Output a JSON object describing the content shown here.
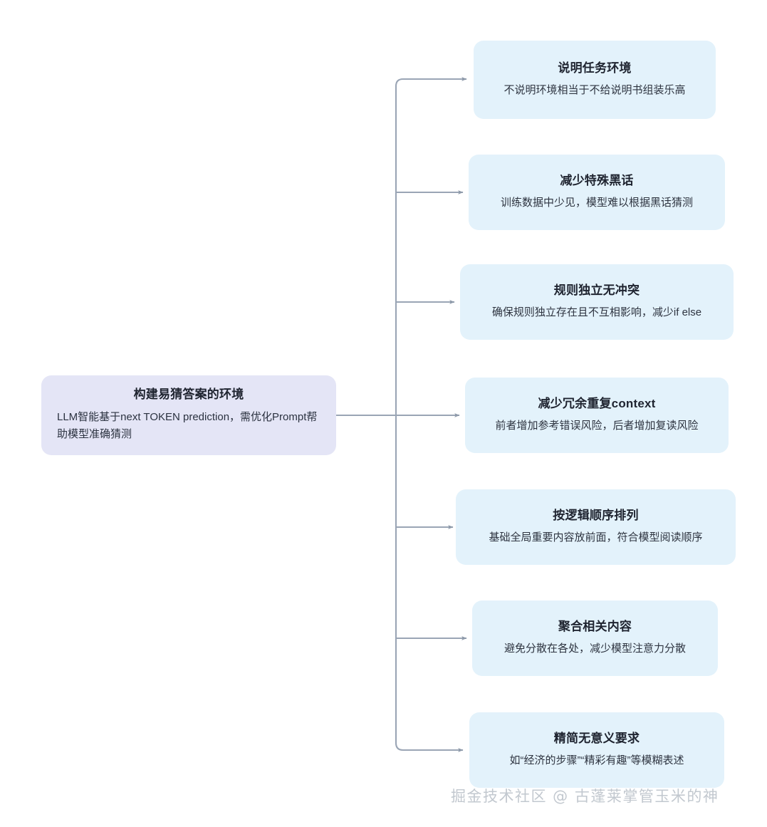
{
  "diagram": {
    "type": "mindmap",
    "orientation": "left-to-right",
    "colors": {
      "root_fill": "#e4e5f6",
      "child_fill": "#e3f2fb",
      "connector": "#9aa5b5",
      "title_text": "#1f2430",
      "desc_text": "#2e3440",
      "background": "#ffffff",
      "watermark_text": "#c2c8cf"
    },
    "root": {
      "title": "构建易猜答案的环境",
      "desc": "LLM智能基于next TOKEN prediction，需优化Prompt帮助模型准确猜测"
    },
    "children": [
      {
        "title": "说明任务环境",
        "desc": "不说明环境相当于不给说明书组装乐高"
      },
      {
        "title": "减少特殊黑话",
        "desc": "训练数据中少见，模型难以根据黑话猜测"
      },
      {
        "title": "规则独立无冲突",
        "desc": "确保规则独立存在且不互相影响，减少if else"
      },
      {
        "title": "减少冗余重复context",
        "desc": "前者增加参考错误风险，后者增加复读风险"
      },
      {
        "title": "按逻辑顺序排列",
        "desc": "基础全局重要内容放前面，符合模型阅读顺序"
      },
      {
        "title": "聚合相关内容",
        "desc": "避免分散在各处，减少模型注意力分散"
      },
      {
        "title": "精简无意义要求",
        "desc": "如“经济的步骤”“精彩有趣”等模糊表述"
      }
    ]
  },
  "watermark": {
    "text": "掘金技术社区 @ 古蓬莱掌管玉米的神"
  }
}
